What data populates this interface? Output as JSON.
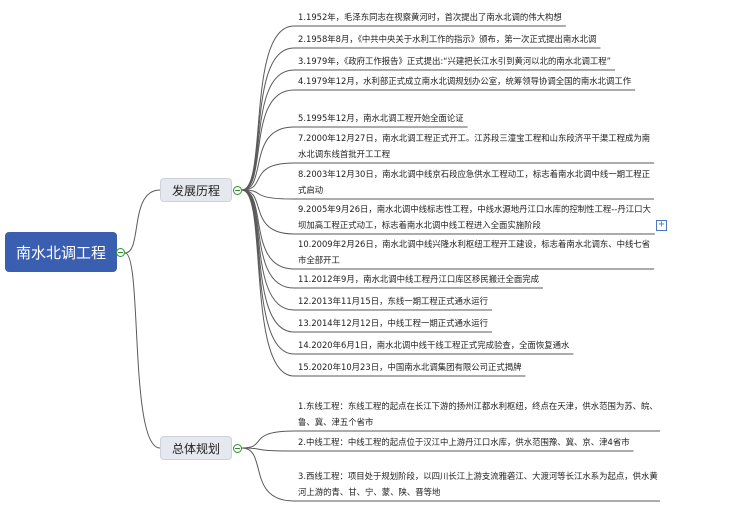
{
  "root": {
    "label": "南水北调工程"
  },
  "branches": [
    {
      "label": "发展历程",
      "items": [
        "1.1952年，毛泽东同志在视察黄河时，首次提出了南水北调的伟大构想",
        "2.1958年8月，《中共中央关于水利工作的指示》颁布，第一次正式提出南水北调",
        "3.1979年，《政府工作报告》正式提出:“兴建把长江水引到黄河以北的南水北调工程”",
        "4.1979年12月，水利部正式成立南水北调规划办公室，统筹领导协调全国的南水北调工作",
        "5.1995年12月，南水北调工程开始全面论证",
        "7.2000年12月27日，南水北调工程正式开工。江苏段三潼宝工程和山东段济平干渠工程成为南水北调东线首批开工工程",
        "8.2003年12月30日，南水北调中线京石段应急供水工程动工，标志着南水北调中线一期工程正式启动",
        "9.2005年9月26日，南水北调中线标志性工程，中线水源地丹江口水库的控制性工程--丹江口大坝加高工程正式动工，标志着南水北调中线工程进入全面实施阶段",
        "10.2009年2月26日，南水北调中线兴隆水利枢纽工程开工建设，标志着南水北调东、中线七省市全部开工",
        "11.2012年9月，南水北调中线工程丹江口库区移民搬迁全面完成",
        "12.2013年11月15日，东线一期工程正式通水运行",
        "13.2014年12月12日，中线工程一期正式通水运行",
        "14.2020年6月1日，南水北调中线干线工程正式完成验查，全面恢复通水",
        "15.2020年10月23日，中国南水北调集团有限公司正式揭牌"
      ]
    },
    {
      "label": "总体规划",
      "items": [
        "1.东线工程：东线工程的起点在长江下游的扬州江都水利枢纽，终点在天津，供水范围为苏、皖、鲁、冀、津五个省市",
        "2.中线工程：中线工程的起点位于汉江中上游丹江口水库，供水范围豫、冀、京、津4省市",
        "3.西线工程：项目处于规划阶段，以四川长江上游支流雅砻江、大渡河等长江水系为起点，供水黄河上游的青、甘、宁、蒙、陕、晋等地"
      ]
    }
  ],
  "colors": {
    "root": "#3a5fb0",
    "branch_bg": "#e5e8ee",
    "line": "#5a5a5a",
    "toggle": "#2f8f2f"
  }
}
